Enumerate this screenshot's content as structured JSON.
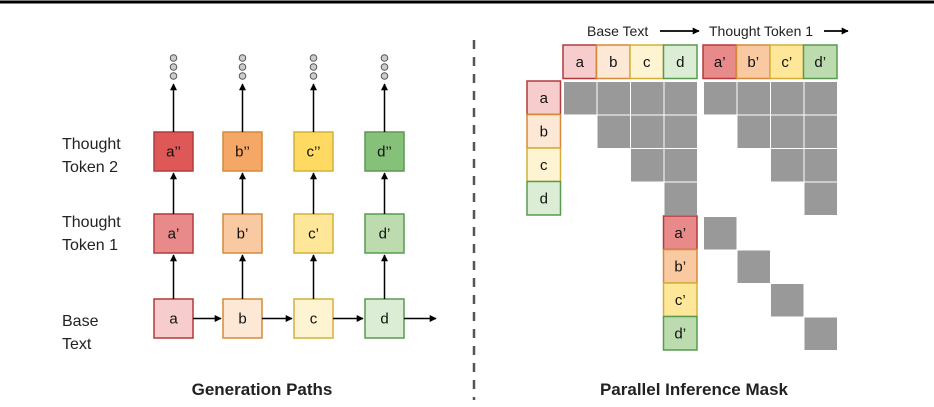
{
  "left_panel": {
    "row_labels": {
      "thought2": [
        "Thought",
        "Token 2"
      ],
      "thought1": [
        "Thought",
        "Token 1"
      ],
      "base": [
        "Base",
        "Text"
      ]
    },
    "columns": [
      {
        "base": "a",
        "t1": "a’",
        "t2": "a’’",
        "colors": {
          "base": "#f6cccc",
          "t1": "#e88a8a",
          "t2": "#de5858",
          "border": "#b23a3a"
        }
      },
      {
        "base": "b",
        "t1": "b’",
        "t2": "b’’",
        "colors": {
          "base": "#fde8d5",
          "t1": "#f9c9a2",
          "t2": "#f5a866",
          "border": "#d48a3a"
        }
      },
      {
        "base": "c",
        "t1": "c’",
        "t2": "c’’",
        "colors": {
          "base": "#fff4d2",
          "t1": "#ffe79a",
          "t2": "#ffda62",
          "border": "#d4b038"
        }
      },
      {
        "base": "d",
        "t1": "d’",
        "t2": "d’’",
        "colors": {
          "base": "#dcedd6",
          "t1": "#bcdcb0",
          "t2": "#86c17a",
          "border": "#5a9a50"
        }
      }
    ],
    "caption": "Generation Paths"
  },
  "right_panel": {
    "header_base": "Base Text",
    "header_thought": "Thought Token 1",
    "caption": "Parallel Inference Mask",
    "top_base": [
      "a",
      "b",
      "c",
      "d"
    ],
    "top_thought": [
      "a’",
      "b’",
      "c’",
      "d’"
    ],
    "left_base": [
      "a",
      "b",
      "c",
      "d"
    ],
    "left_thought": [
      "a’",
      "b’",
      "c’",
      "d’"
    ],
    "mask_color": "#999999"
  }
}
